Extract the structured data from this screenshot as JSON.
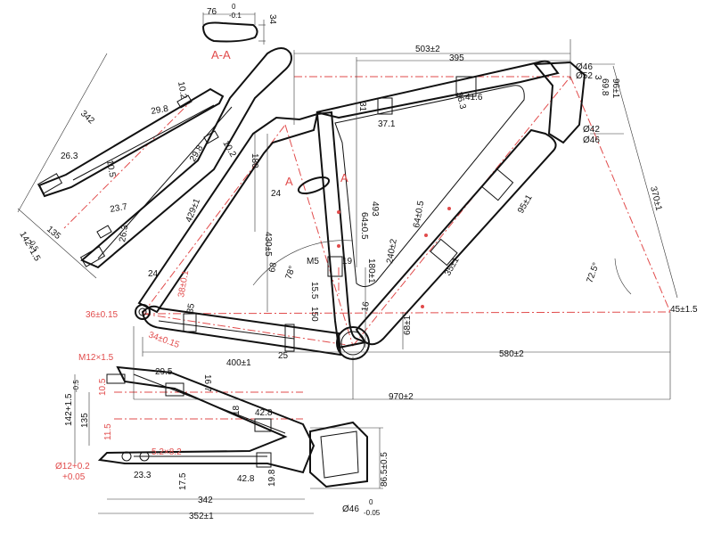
{
  "section": {
    "label": "A-A",
    "width": "76",
    "tol_top": "0",
    "tol_bot": "-0.1",
    "height": "34"
  },
  "dims_black": [
    {
      "id": "d503",
      "text": "503±2"
    },
    {
      "id": "d395",
      "text": "395"
    },
    {
      "id": "d342a",
      "text": "342"
    },
    {
      "id": "d10_2a",
      "text": "10.2"
    },
    {
      "id": "d29_8a",
      "text": "29.8"
    },
    {
      "id": "d10_2b",
      "text": "10.2"
    },
    {
      "id": "d29_8b",
      "text": "29.8"
    },
    {
      "id": "d26_3a",
      "text": "26.3"
    },
    {
      "id": "d10_5",
      "text": "10.5"
    },
    {
      "id": "d23_7",
      "text": "23.7"
    },
    {
      "id": "d26_3b",
      "text": "26.3"
    },
    {
      "id": "d135a",
      "text": "135"
    },
    {
      "id": "d142a",
      "text": "142+1.5"
    },
    {
      "id": "d142a_tol",
      "text": "-0.5"
    },
    {
      "id": "d429",
      "text": "429±1"
    },
    {
      "id": "d180",
      "text": "180"
    },
    {
      "id": "d24a",
      "text": "24"
    },
    {
      "id": "d430",
      "text": "430±5"
    },
    {
      "id": "d493",
      "text": "493"
    },
    {
      "id": "d37_1",
      "text": "37.1"
    },
    {
      "id": "d31",
      "text": "31"
    },
    {
      "id": "d36_3",
      "text": "36.3"
    },
    {
      "id": "d41_6",
      "text": "41.6"
    },
    {
      "id": "d46a",
      "text": "Ø46"
    },
    {
      "id": "d52",
      "text": "Ø52"
    },
    {
      "id": "d3",
      "text": "3"
    },
    {
      "id": "d96",
      "text": "96±1"
    },
    {
      "id": "d69_8",
      "text": "69.8"
    },
    {
      "id": "d42",
      "text": "Ø42"
    },
    {
      "id": "d46b",
      "text": "Ø46"
    },
    {
      "id": "d370",
      "text": "370±1"
    },
    {
      "id": "d95",
      "text": "95±1"
    },
    {
      "id": "d64a",
      "text": "64±0.5"
    },
    {
      "id": "d64b",
      "text": "64±0.5"
    },
    {
      "id": "d240",
      "text": "240±2"
    },
    {
      "id": "d180b",
      "text": "180±1"
    },
    {
      "id": "d68",
      "text": "68"
    },
    {
      "id": "d78",
      "text": "78°"
    },
    {
      "id": "d15_5",
      "text": "15.5"
    },
    {
      "id": "d150",
      "text": "150"
    },
    {
      "id": "dM5",
      "text": "M5"
    },
    {
      "id": "d19",
      "text": "19"
    },
    {
      "id": "d35",
      "text": "35±1"
    },
    {
      "id": "d72_5",
      "text": "72.5°"
    },
    {
      "id": "d45",
      "text": "45±1.5"
    },
    {
      "id": "d24b",
      "text": "24"
    },
    {
      "id": "d35b",
      "text": "35"
    },
    {
      "id": "d16",
      "text": "16"
    },
    {
      "id": "d68b",
      "text": "68±1"
    },
    {
      "id": "d400",
      "text": "400±1"
    },
    {
      "id": "d25",
      "text": "25"
    },
    {
      "id": "d580",
      "text": "580±2"
    },
    {
      "id": "d970",
      "text": "970±2"
    },
    {
      "id": "d29_5",
      "text": "29.5"
    },
    {
      "id": "d16_7",
      "text": "16.7"
    },
    {
      "id": "d142b",
      "text": "142+1.5"
    },
    {
      "id": "d142b_tol",
      "text": "-0.5"
    },
    {
      "id": "d135b",
      "text": "135"
    },
    {
      "id": "d42_8a",
      "text": "42.8"
    },
    {
      "id": "d18",
      "text": "18"
    },
    {
      "id": "d23_3",
      "text": "23.3"
    },
    {
      "id": "d17_5",
      "text": "17.5"
    },
    {
      "id": "d42_8b",
      "text": "42.8"
    },
    {
      "id": "d19_8",
      "text": "19.8"
    },
    {
      "id": "d342b",
      "text": "342"
    },
    {
      "id": "d352",
      "text": "352±1"
    },
    {
      "id": "d86_5",
      "text": "86.5±0.5"
    },
    {
      "id": "d46c",
      "text": "Ø46"
    },
    {
      "id": "d46c_tol",
      "text": "0"
    },
    {
      "id": "d46c_tol2",
      "text": "-0.05"
    }
  ],
  "dims_red": [
    {
      "id": "r36",
      "text": "36±0.15"
    },
    {
      "id": "r34",
      "text": "34±0.15"
    },
    {
      "id": "rM12",
      "text": "M12×1.5"
    },
    {
      "id": "r10",
      "text": "10.5"
    },
    {
      "id": "r11_5",
      "text": "11.5"
    },
    {
      "id": "r52",
      "text": "5.2×8.2"
    },
    {
      "id": "r12",
      "text": "Ø12+0.2"
    },
    {
      "id": "r12tol",
      "text": "+0.05"
    },
    {
      "id": "r38",
      "text": "38±0.1"
    },
    {
      "id": "rA1",
      "text": "A"
    },
    {
      "id": "rA2",
      "text": "A"
    }
  ]
}
